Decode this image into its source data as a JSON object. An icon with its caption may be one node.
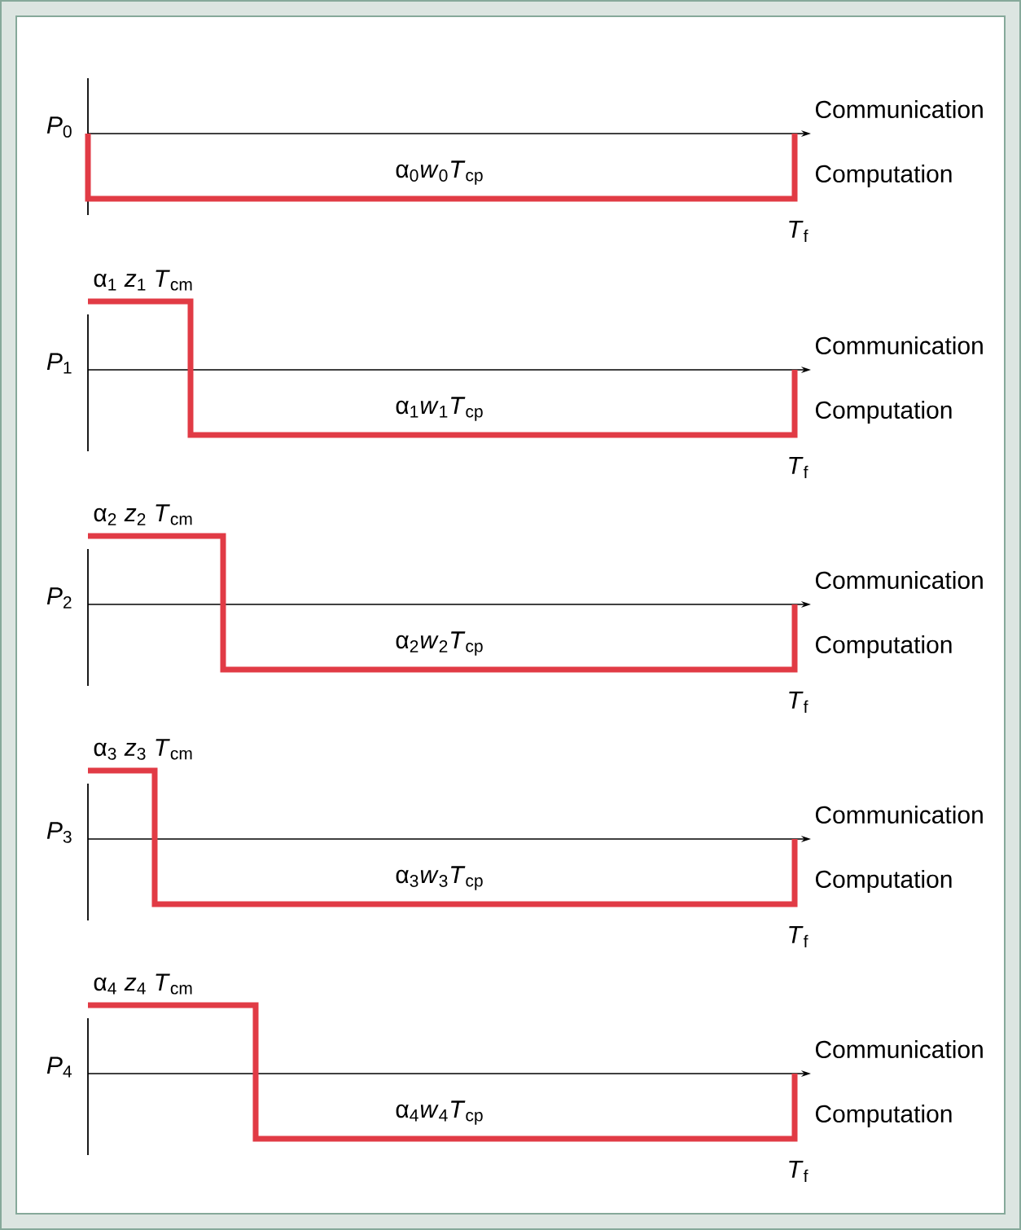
{
  "diagram": {
    "labels": [
      "*P*$_{0}$",
      "Communication",
      "α$_{0}$*w*$_{0}$*T*$_{cp}$",
      "Computation",
      "*T*$_{f}$",
      "α$_{1}$ *z*$_{1}$ *T*$_{cm}$",
      "Communication",
      "*P*$_{1}$",
      "α$_{1}$*w*$_{1}$*T*$_{cp}$",
      "Computation",
      "*T*$_{f}$",
      "α$_{2}$ *z*$_{2}$ *T*$_{cm}$",
      "Communication",
      "*P*$_{2}$",
      "α$_{2}$*w*$_{2}$*T*$_{cp}$",
      "Computation",
      "*T*$_{f}$",
      "α$_{3}$ *z*$_{3}$ *T*$_{cm}$",
      "Communication",
      "*P*$_{3}$",
      "α$_{3}$*w*$_{3}$*T*$_{cp}$",
      "Computation",
      "*T*$_{f}$",
      "α$_{4}$ *z*$_{4}$ *T*$_{cm}$",
      "Communication",
      "*P*$_{4}$",
      "α$_{4}$*w*$_{4}$*T*$_{cp}$",
      "Computation",
      "*T*$_{f}$"
    ]
  }
}
